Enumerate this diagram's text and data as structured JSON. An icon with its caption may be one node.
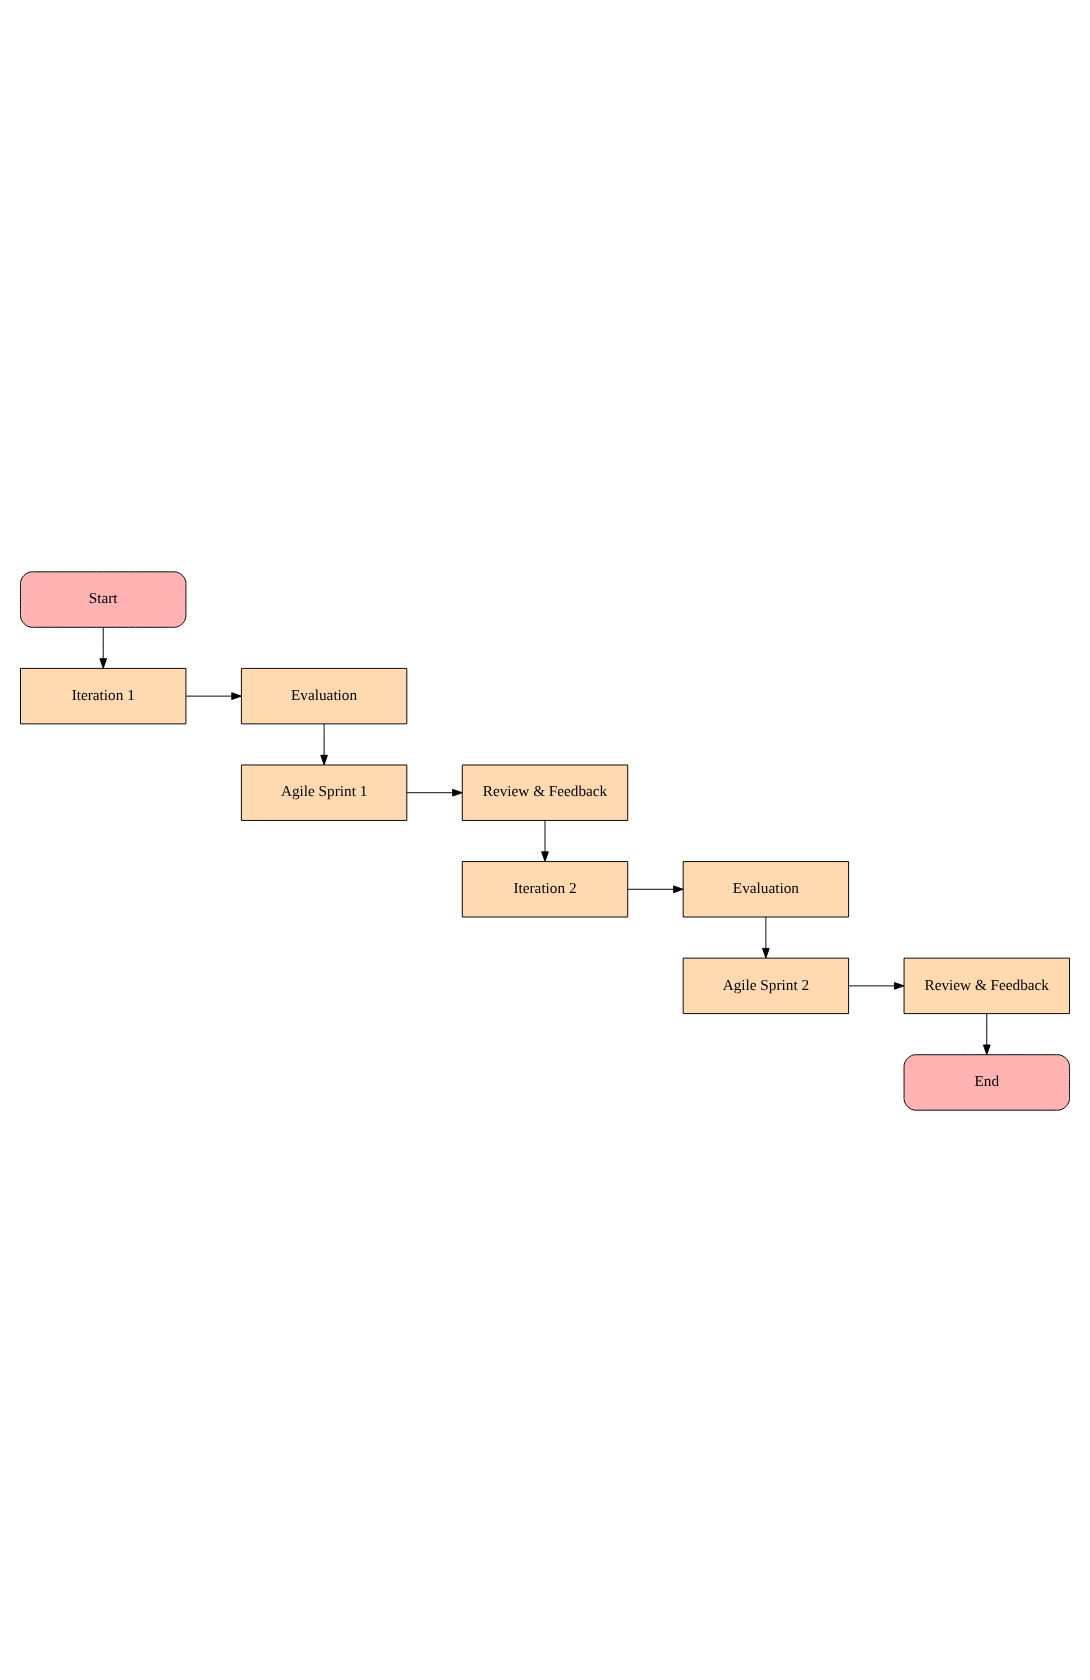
{
  "diagram": {
    "nodes": [
      {
        "text": [
          "Start"
        ]
      },
      {
        "text": [
          "Iteration 1"
        ]
      },
      {
        "text": [
          "Evaluation"
        ]
      },
      {
        "text": [
          "Agile Sprint 1"
        ]
      },
      {
        "text": [
          "Review & Feedback"
        ]
      },
      {
        "text": [
          "Iteration 2"
        ]
      },
      {
        "text": [
          "Evaluation"
        ]
      },
      {
        "text": [
          "Agile Sprint 2"
        ]
      },
      {
        "text": [
          "Review & Feedback"
        ]
      },
      {
        "text": [
          "End"
        ]
      }
    ],
    "edges": [
      {
        "from": 0,
        "to": 1,
        "arrow": "to"
      },
      {
        "from": 1,
        "to": 2,
        "arrow": "to"
      },
      {
        "from": 2,
        "to": 3,
        "arrow": "to"
      },
      {
        "from": 3,
        "to": 4,
        "arrow": "to"
      },
      {
        "from": 4,
        "to": 5,
        "arrow": "to"
      },
      {
        "from": 5,
        "to": 6,
        "arrow": "to"
      },
      {
        "from": 6,
        "to": 7,
        "arrow": "to"
      },
      {
        "from": 7,
        "to": 8,
        "arrow": "to"
      },
      {
        "from": 8,
        "to": 9,
        "arrow": "to"
      }
    ]
  }
}
